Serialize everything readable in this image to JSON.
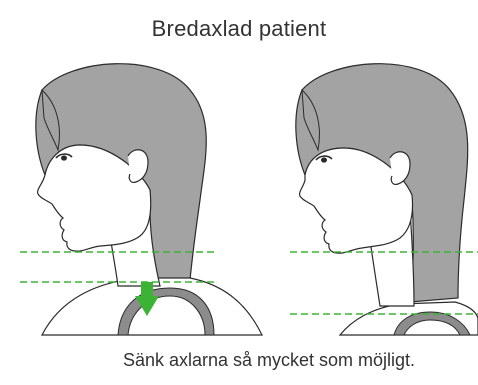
{
  "title": "Bredaxlad patient",
  "caption": "Sänk axlarna så mycket som möjligt.",
  "colors": {
    "hair": "#a3a3a3",
    "skin": "#ffffff",
    "outline": "#2b2b2b",
    "guide_line": "#3db336",
    "arrow": "#3db336",
    "text": "#333333"
  },
  "panels": [
    {
      "name": "before",
      "shoulder_state": "raised",
      "shows_arrow": true
    },
    {
      "name": "after",
      "shoulder_state": "lowered",
      "shows_arrow": false
    }
  ]
}
